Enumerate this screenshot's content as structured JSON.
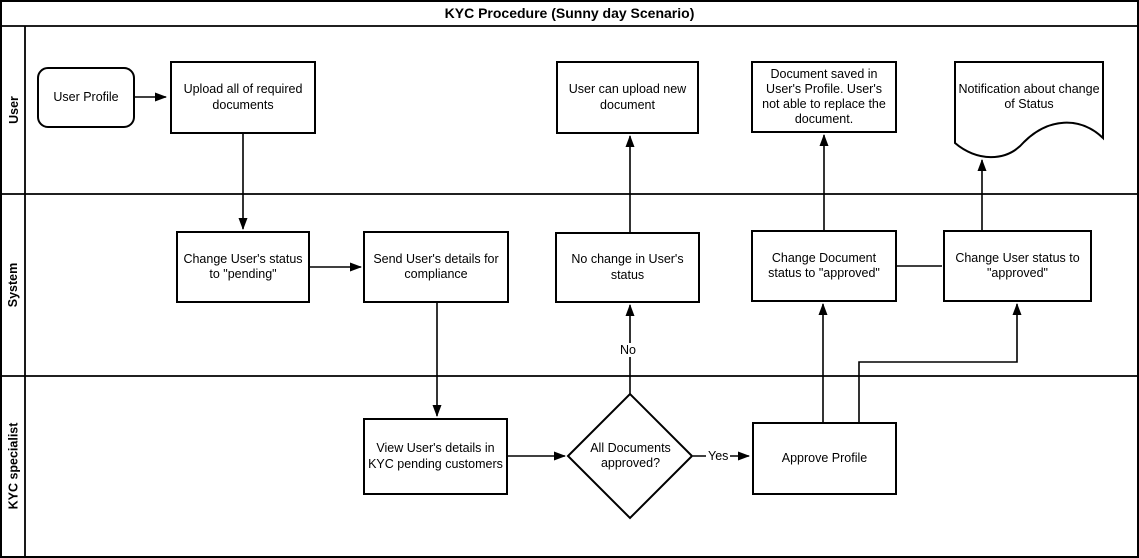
{
  "title": "KYC Procedure (Sunny day Scenario)",
  "lanes": {
    "user": "User",
    "system": "System",
    "kyc_specialist": "KYC specialist"
  },
  "nodes": {
    "user_profile": "User Profile",
    "upload_documents": "Upload all of required documents",
    "user_can_upload": "User can upload new document",
    "document_saved": "Document saved in User's Profile. User's not able to replace the document.",
    "notification": "Notification about change of Status",
    "change_status_pending": "Change User's status to \"pending\"",
    "send_details": "Send User's details for compliance",
    "no_change": "No change in User's status",
    "change_document_status": "Change Document status to \"approved\"",
    "change_user_status": "Change User status to \"approved\"",
    "view_details": "View User's details in KYC pending customers",
    "all_documents_approved": "All Documents approved?",
    "approve_profile": "Approve Profile"
  },
  "edge_labels": {
    "no": "No",
    "yes": "Yes"
  },
  "colors": {
    "stroke": "#000000",
    "background": "#ffffff"
  }
}
